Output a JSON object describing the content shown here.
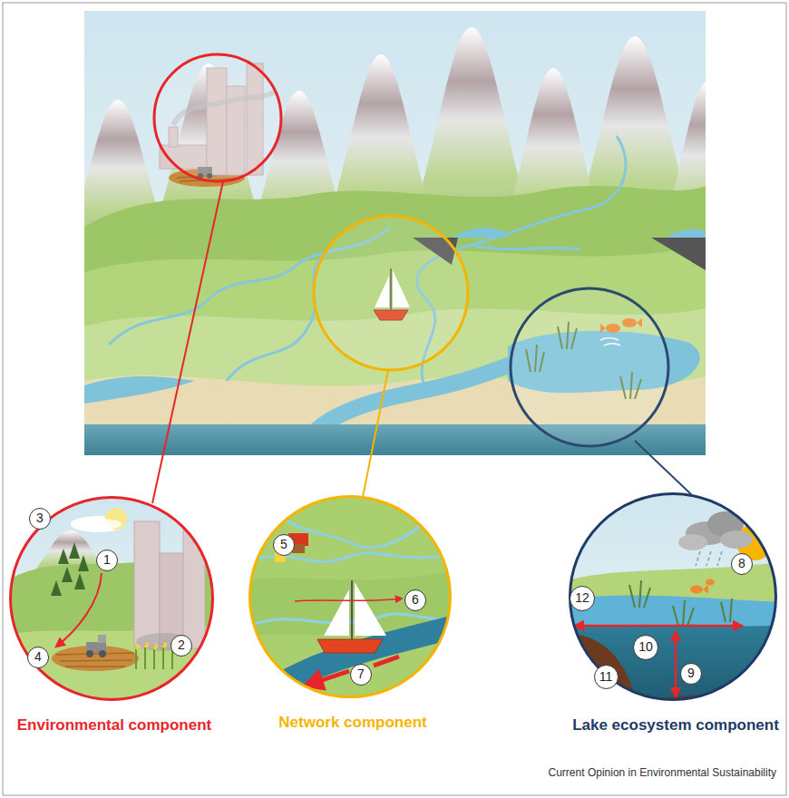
{
  "diagram": {
    "nodes": [
      {
        "text": [
          "Environmental component"
        ]
      },
      {
        "text": [
          "Network component"
        ]
      },
      {
        "text": [
          "Lake ecosystem component"
        ]
      }
    ],
    "labels": [
      "1",
      "2",
      "3",
      "4",
      "5",
      "6",
      "7",
      "8",
      "9",
      "10",
      "11",
      "12",
      "Current Opinion in Environmental Sustainability"
    ]
  }
}
